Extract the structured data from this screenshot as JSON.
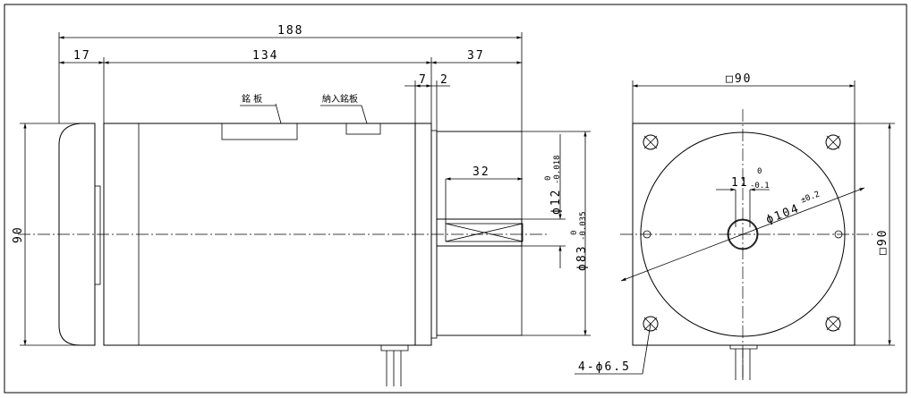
{
  "drawing": {
    "dimensions": {
      "overall_length": "188",
      "cover_length": "17",
      "body_length": "134",
      "shaft_extension": "37",
      "flange_thickness": "7",
      "pilot_length": "2",
      "key_length": "32",
      "shaft_diameter": "ϕ12",
      "shaft_tol_upper": "0",
      "shaft_tol_lower": "-0.018",
      "pilot_diameter": "ϕ83",
      "pilot_tol_upper": "0",
      "pilot_tol_lower": "-0.035",
      "height": "90",
      "flange_square_top": "□90",
      "flange_square_right": "□90",
      "key_width": "11",
      "key_tol_upper": "0",
      "key_tol_lower": "-0.1",
      "bolt_circle": "ϕ104",
      "bolt_circle_tol": "±0.2",
      "mounting_holes": "4-ϕ6.5"
    },
    "labels": {
      "nameplate": "銘 板",
      "delivery_nameplate": "納入銘板"
    }
  }
}
